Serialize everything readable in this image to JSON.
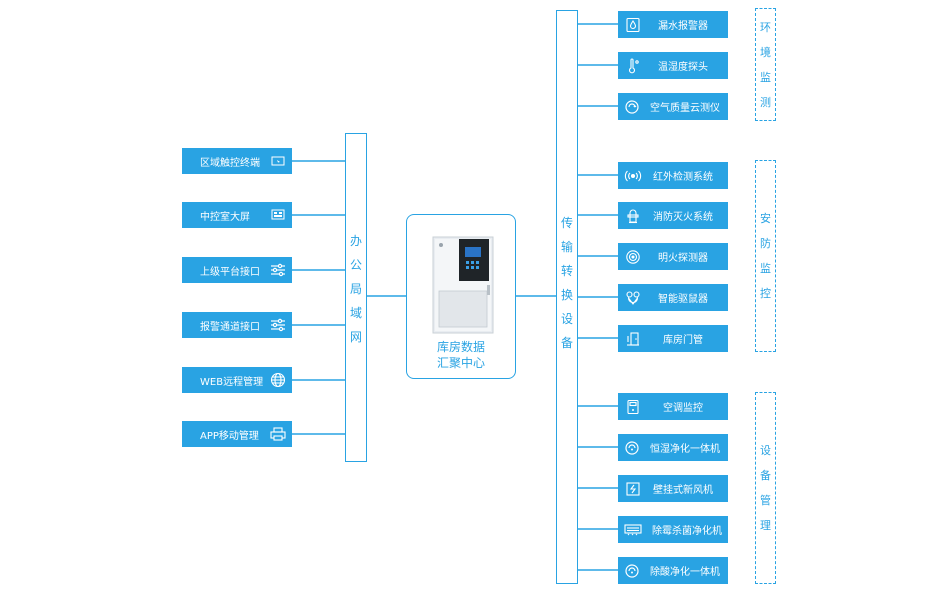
{
  "left_items": [
    {
      "label": "区域触控终端",
      "icon": "touch-terminal-icon"
    },
    {
      "label": "中控室大屏",
      "icon": "big-screen-icon"
    },
    {
      "label": "上级平台接口",
      "icon": "sliders-icon"
    },
    {
      "label": "报警通道接口",
      "icon": "sliders-icon"
    },
    {
      "label": "WEB远程管理",
      "icon": "globe-icon"
    },
    {
      "label": "APP移动管理",
      "icon": "printer-icon"
    }
  ],
  "office_lan": [
    "办",
    "公",
    "局",
    "域",
    "网"
  ],
  "center": {
    "line1": "库房数据",
    "line2": "汇聚中心"
  },
  "transfer": [
    "传",
    "输",
    "转",
    "换",
    "设",
    "备"
  ],
  "right_items": [
    {
      "label": "漏水报警器",
      "icon": "leak-alarm-icon"
    },
    {
      "label": "温湿度探头",
      "icon": "thermometer-icon"
    },
    {
      "label": "空气质量云测仪",
      "icon": "air-quality-icon"
    },
    {
      "label": "红外检测系统",
      "icon": "infrared-icon"
    },
    {
      "label": "消防灭火系统",
      "icon": "hydrant-icon"
    },
    {
      "label": "明火探测器",
      "icon": "flame-detector-icon"
    },
    {
      "label": "智能驱鼠器",
      "icon": "mouse-repeller-icon"
    },
    {
      "label": "库房门管",
      "icon": "door-icon"
    },
    {
      "label": "空调监控",
      "icon": "air-conditioner-icon"
    },
    {
      "label": "恒湿净化一体机",
      "icon": "humidity-purifier-icon"
    },
    {
      "label": "壁挂式新风机",
      "icon": "wall-fan-icon"
    },
    {
      "label": "除霉杀菌净化机",
      "icon": "mold-purifier-icon"
    },
    {
      "label": "除酸净化一体机",
      "icon": "acid-purifier-icon"
    }
  ],
  "groups": [
    {
      "chars": [
        "环",
        "境",
        "监",
        "测"
      ]
    },
    {
      "chars": [
        "安",
        "防",
        "监",
        "控"
      ]
    },
    {
      "chars": [
        "设",
        "备",
        "管",
        "理"
      ]
    }
  ]
}
